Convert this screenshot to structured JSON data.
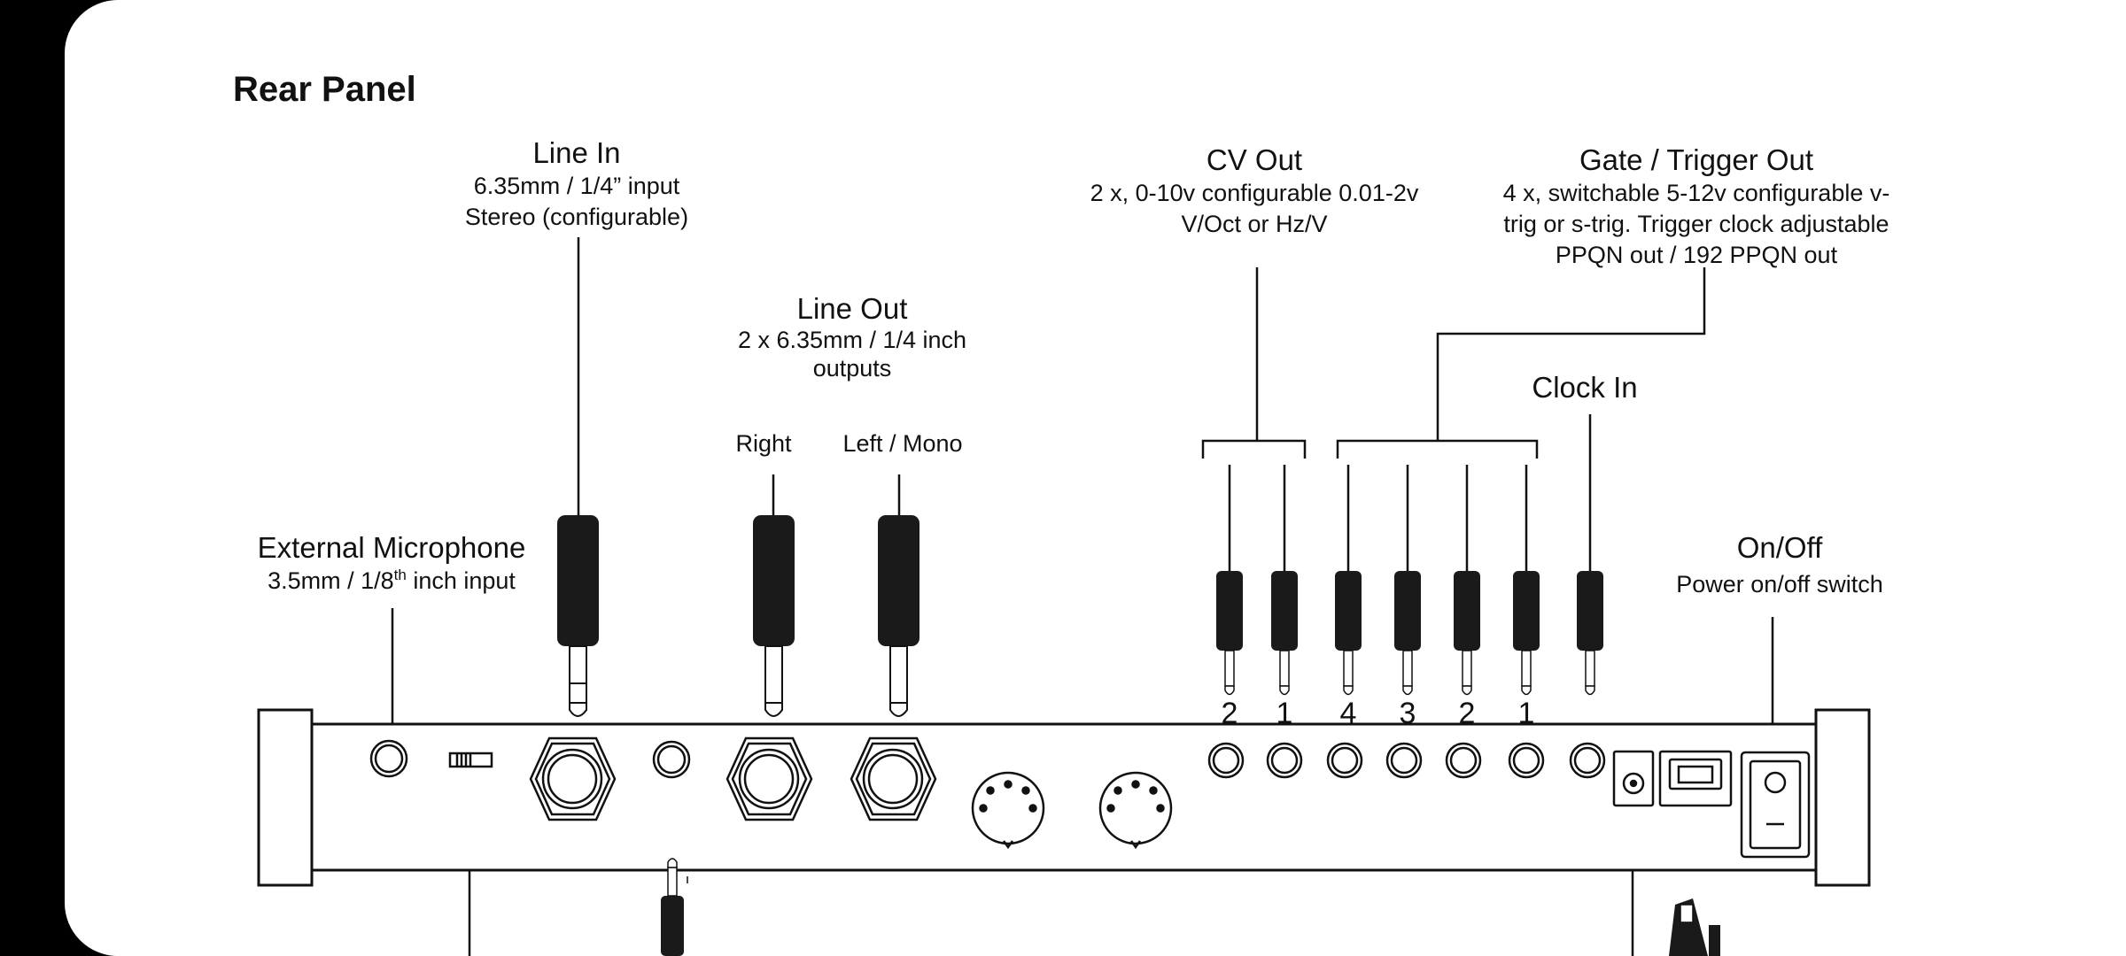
{
  "title": "Rear Panel",
  "labels": {
    "line_in": {
      "title": "Line In",
      "line1": "6.35mm / 1/4” input",
      "line2": "Stereo (configurable)"
    },
    "line_out": {
      "title": "Line Out",
      "line1": "2 x 6.35mm / 1/4 inch",
      "line2": "outputs",
      "right": "Right",
      "left": "Left / Mono"
    },
    "cv_out": {
      "title": "CV Out",
      "line1": "2 x, 0-10v configurable 0.01-2v",
      "line2": "V/Oct or Hz/V"
    },
    "gate_out": {
      "title": "Gate / Trigger Out",
      "line1": "4 x, switchable 5-12v configurable v-",
      "line2": "trig or s-trig. Trigger clock adjustable",
      "line3": "PPQN out / 192 PPQN out"
    },
    "clock_in": {
      "title": "Clock In"
    },
    "ext_mic": {
      "title": "External Microphone",
      "line1_pre": "3.5mm / 1/8",
      "line1_sup": "th",
      "line1_post": " inch input"
    },
    "on_off": {
      "title": "On/Off",
      "line1": "Power on/off switch"
    }
  },
  "jack_numbers": {
    "cv": [
      "2",
      "1"
    ],
    "gate": [
      "4",
      "3",
      "2",
      "1"
    ]
  },
  "colors": {
    "ink": "#111111",
    "background": "#000000",
    "sheet": "#ffffff",
    "plug": "#1a1a1a"
  }
}
